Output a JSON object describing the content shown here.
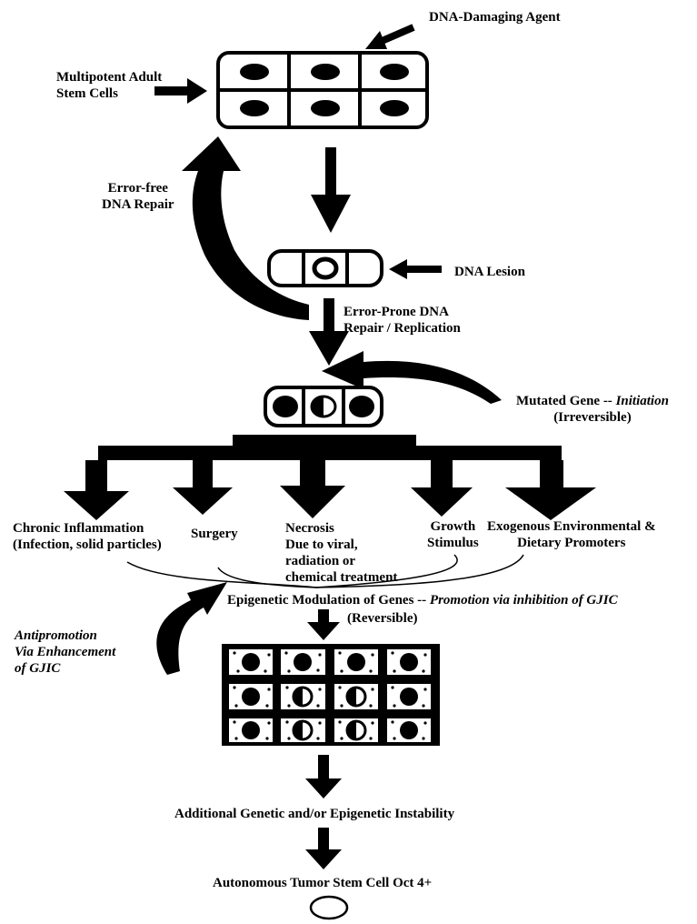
{
  "labels": {
    "dna_damaging_agent": "DNA-Damaging Agent",
    "stem_cells_line1": "Multipotent Adult",
    "stem_cells_line2": "Stem Cells",
    "error_free_line1": "Error-free",
    "error_free_line2": "DNA Repair",
    "dna_lesion": "DNA Lesion",
    "error_prone_line1": "Error-Prone DNA",
    "error_prone_line2": "Repair / Replication",
    "mutated_gene_prefix": "Mutated Gene -- ",
    "mutated_gene_italic": "Initiation",
    "mutated_gene_line2": "(Irreversible)",
    "chronic_line1": "Chronic Inflammation",
    "chronic_line2": "(Infection, solid particles)",
    "surgery": "Surgery",
    "necrosis_line1": "Necrosis",
    "necrosis_line2": "Due to viral,",
    "necrosis_line3": "radiation or",
    "necrosis_line4": "chemical treatment",
    "growth_line1": "Growth",
    "growth_line2": "Stimulus",
    "exogenous_line1": "Exogenous Environmental &",
    "exogenous_line2": "Dietary Promoters",
    "epigenetic_prefix": "Epigenetic Modulation of Genes -- ",
    "epigenetic_italic": "Promotion via inhibition of GJIC",
    "reversible": "(Reversible)",
    "antipromotion_line1": "Antipromotion",
    "antipromotion_line2": "Via Enhancement",
    "antipromotion_line3": "of GJIC",
    "additional_instability": "Additional Genetic and/or Epigenetic Instability",
    "autonomous_tumor": "Autonomous Tumor Stem Cell Oct 4+"
  },
  "colors": {
    "ink": "#000000",
    "paper": "#ffffff"
  }
}
